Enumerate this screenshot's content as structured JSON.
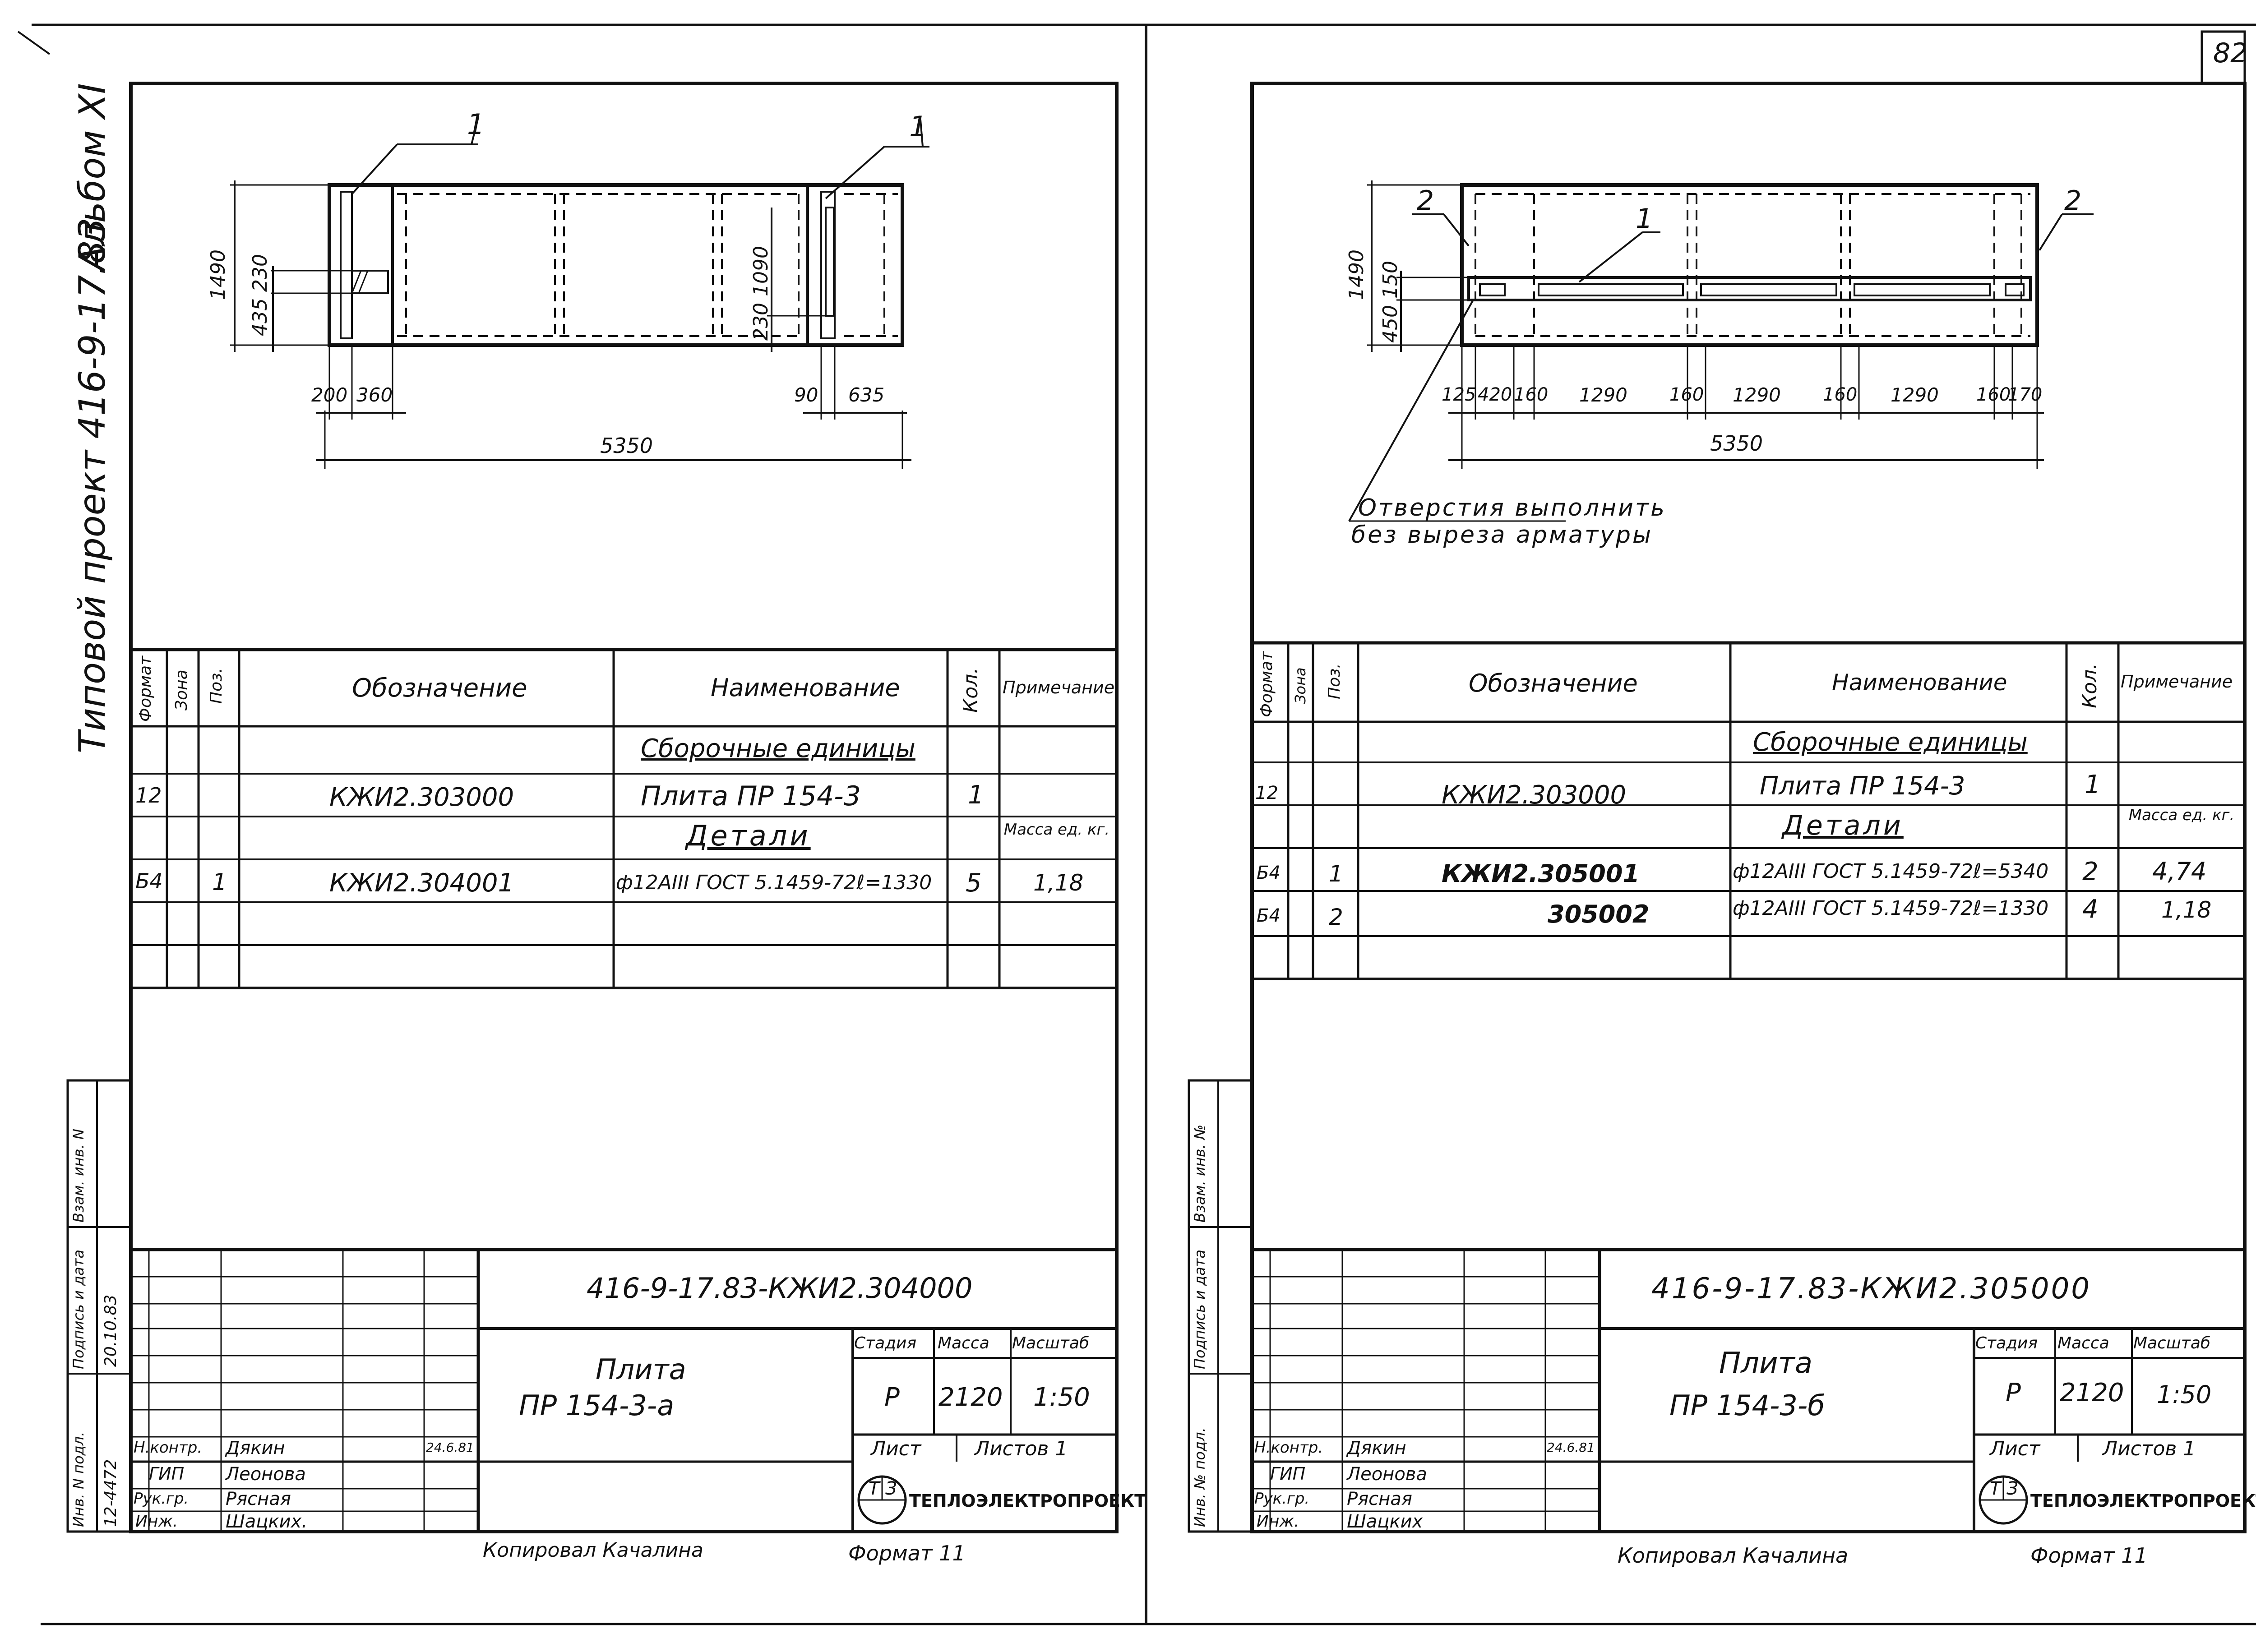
{
  "page_number": "82",
  "left_sheet": {
    "vertical_title": "Типовой проект 416-9-17.83",
    "album": "Альбом XI",
    "callouts": [
      "1",
      "1"
    ],
    "dims": {
      "height": "1490",
      "left_inner": "435 230",
      "right_inner": "230 1090",
      "bottom_left_a": "200",
      "bottom_left_b": "360",
      "bottom_right_a": "90",
      "bottom_right_b": "635",
      "overall": "5350"
    },
    "spec_header": {
      "format": "Формат",
      "zone": "Зона",
      "pos": "Поз.",
      "designation": "Обозначение",
      "name": "Наименование",
      "qty": "Кол.",
      "note": "Примечание"
    },
    "spec_rows": [
      {
        "format": "",
        "zone": "",
        "pos": "",
        "designation": "",
        "name": "Сборочные единицы",
        "qty": "",
        "note": ""
      },
      {
        "format": "12",
        "zone": "",
        "pos": "",
        "designation": "КЖИ2.303000",
        "name": "Плита ПР 154-3",
        "qty": "1",
        "note": ""
      },
      {
        "format": "",
        "zone": "",
        "pos": "",
        "designation": "",
        "name": "Детали",
        "qty": "",
        "note": "Масса ед. кг."
      },
      {
        "format": "Б4",
        "zone": "",
        "pos": "1",
        "designation": "КЖИ2.304001",
        "name": "ф12АIII ГОСТ 5.1459-72ℓ=1330",
        "qty": "5",
        "note": "1,18"
      }
    ],
    "side_stamp": [
      "Инв. N подл.",
      "Подпись и дата",
      "Взам. инв. N"
    ],
    "side_stamp_values": [
      "12-4472",
      "20.10.83"
    ],
    "code": "416-9-17.83-КЖИ2.304000",
    "title_line1": "Плита",
    "title_line2": "ПР 154-3-а",
    "stage_label": "Стадия",
    "mass_label": "Масса",
    "scale_label": "Масштаб",
    "stage": "Р",
    "mass": "2120",
    "scale": "1:50",
    "sheet_label": "Лист",
    "sheets_label": "Листов 1",
    "org": "ТЕПЛОЭЛЕКТРОПРОЕКТ",
    "people": [
      {
        "role": "Н.контр.",
        "name": "Дякин",
        "date": "24.6.81"
      },
      {
        "role": "ГИП",
        "name": "Леонова",
        "date": ""
      },
      {
        "role": "Рук.гр.",
        "name": "Рясная",
        "date": ""
      },
      {
        "role": "Инж.",
        "name": "Шацких.",
        "date": ""
      }
    ],
    "copied": "Копировал Качалина",
    "format": "Формат 11"
  },
  "right_sheet": {
    "callouts": [
      "2",
      "1",
      "2"
    ],
    "dims": {
      "height": "1490",
      "left_inner": "450 150",
      "bottom_chain": [
        "125",
        "420",
        "160",
        "1290",
        "160",
        "1290",
        "160",
        "1290",
        "160",
        "170"
      ],
      "overall": "5350"
    },
    "note_line1": "Отверстия выполнить",
    "note_line2": "без выреза арматуры",
    "spec_header": {
      "format": "Формат",
      "zone": "Зона",
      "pos": "Поз.",
      "designation": "Обозначение",
      "name": "Наименование",
      "qty": "Кол.",
      "note": "Примечание"
    },
    "spec_rows": [
      {
        "format": "",
        "zone": "",
        "pos": "",
        "designation": "",
        "name": "Сборочные единицы",
        "qty": "",
        "note": ""
      },
      {
        "format": "12",
        "zone": "",
        "pos": "",
        "designation": "КЖИ2.303000",
        "name": "Плита ПР 154-3",
        "qty": "1",
        "note": ""
      },
      {
        "format": "",
        "zone": "",
        "pos": "",
        "designation": "",
        "name": "Детали",
        "qty": "",
        "note": "Масса ед. кг."
      },
      {
        "format": "Б4",
        "zone": "",
        "pos": "1",
        "designation": "КЖИ2.305001",
        "name": "ф12АIII ГОСТ 5.1459-72ℓ=5340",
        "qty": "2",
        "note": "4,74"
      },
      {
        "format": "Б4",
        "zone": "",
        "pos": "2",
        "designation": "305002",
        "name": "ф12АIII ГОСТ 5.1459-72ℓ=1330",
        "qty": "4",
        "note": "1,18"
      }
    ],
    "side_stamp": [
      "Инв. № подл.",
      "Подпись и дата",
      "Взам. инв. №"
    ],
    "code": "416-9-17.83-КЖИ2.305000",
    "title_line1": "Плита",
    "title_line2": "ПР 154-3-б",
    "stage_label": "Стадия",
    "mass_label": "Масса",
    "scale_label": "Масштаб",
    "stage": "Р",
    "mass": "2120",
    "scale": "1:50",
    "sheet_label": "Лист",
    "sheets_label": "Листов 1",
    "org": "ТЕПЛОЭЛЕКТРОПРОЕКТ",
    "people": [
      {
        "role": "Н.контр.",
        "name": "Дякин",
        "date": "24.6.81"
      },
      {
        "role": "ГИП",
        "name": "Леонова",
        "date": ""
      },
      {
        "role": "Рук.гр.",
        "name": "Рясная",
        "date": ""
      },
      {
        "role": "Инж.",
        "name": "Шацких",
        "date": ""
      }
    ],
    "copied": "Копировал Качалина",
    "format": "Формат 11"
  }
}
